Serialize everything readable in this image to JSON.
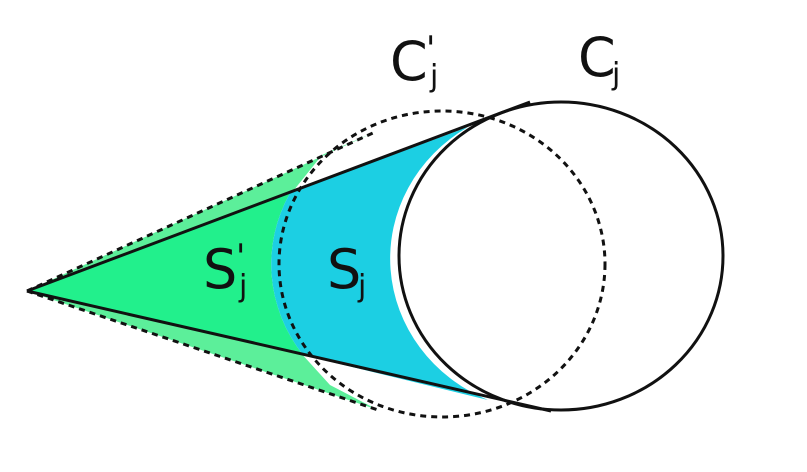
{
  "labels": {
    "circle_prime": {
      "main": "C",
      "prime": "'",
      "sub": "j"
    },
    "circle": {
      "main": "C",
      "sub": "j"
    },
    "region_prime": {
      "main": "S",
      "prime": "'",
      "sub": "j"
    },
    "region": {
      "main": "S",
      "sub": "j"
    }
  },
  "colors": {
    "region_prime_fill": "#22f08c",
    "region_prime_light_fill": "#5cef9a",
    "region_fill": "#1ccfe3",
    "stroke": "#111111",
    "background": "#ffffff"
  }
}
